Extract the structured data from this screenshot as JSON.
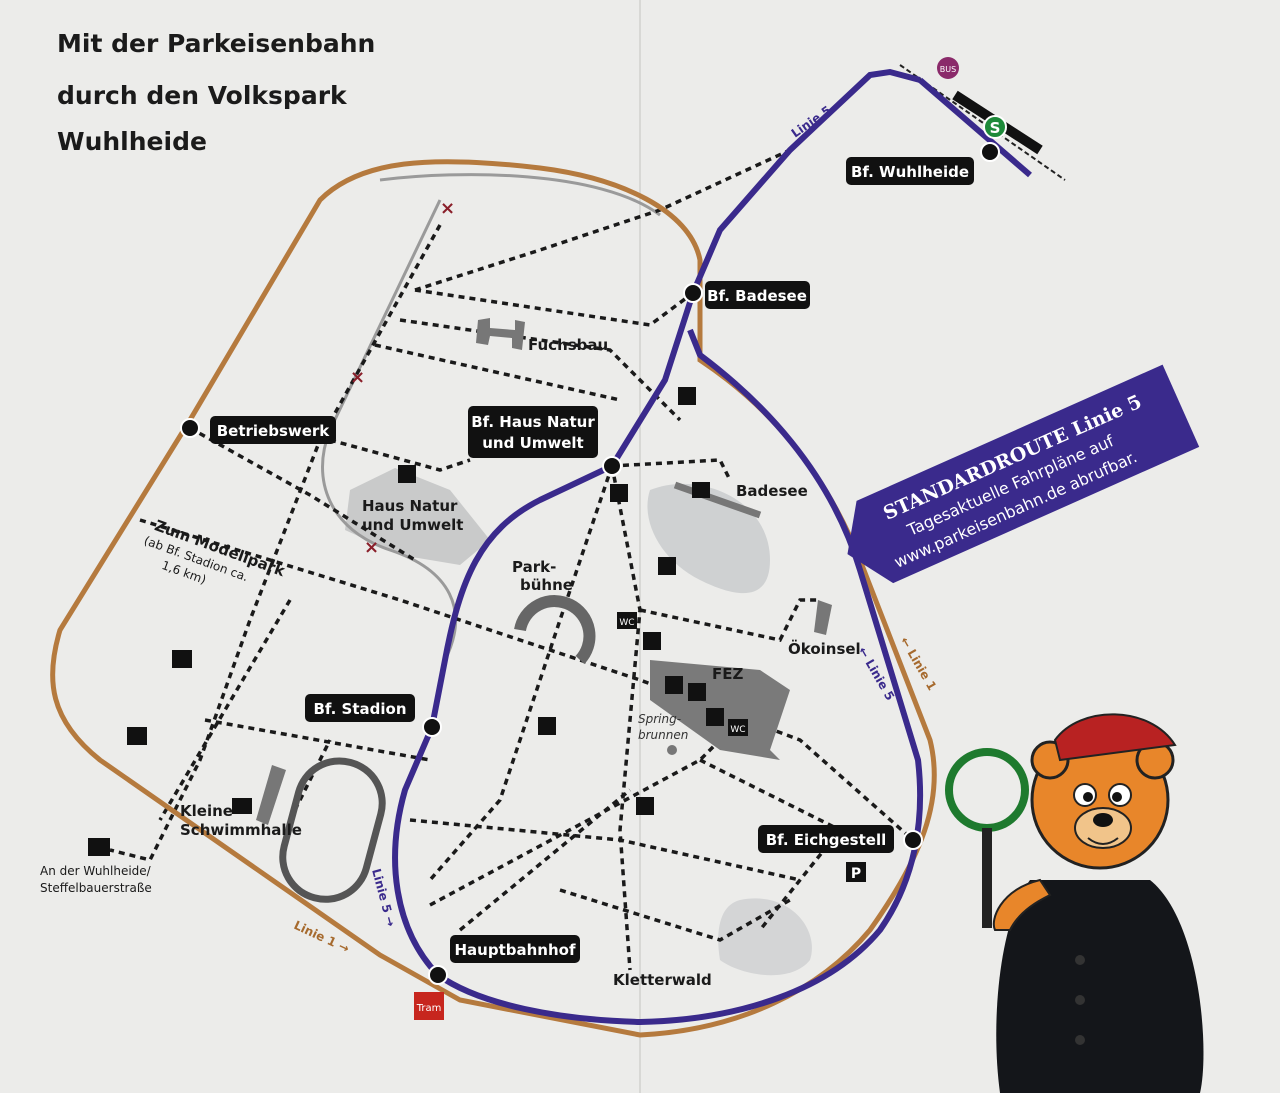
{
  "title": [
    "Mit der Parkeisenbahn",
    "durch den Volkspark",
    "Wuhlheide"
  ],
  "colors": {
    "linie5": "#3a2a8c",
    "linie1": "#b57a3e",
    "paper": "#ececea",
    "building": "#7a7a7a",
    "lake": "#cfd1d2"
  },
  "stations": {
    "wuhlheide": "Bf. Wuhlheide",
    "badesee": "Bf. Badesee",
    "haus_natur": [
      "Bf. Haus Natur",
      "und Umwelt"
    ],
    "betriebswerk": "Betriebswerk",
    "stadion": "Bf. Stadion",
    "hauptbahnhof": "Hauptbahnhof",
    "eichgestell": "Bf. Eichgestell"
  },
  "places": {
    "fuchsbau": "Fuchsbau",
    "badesee": "Badesee",
    "haus_natur": [
      "Haus Natur",
      "und Umwelt"
    ],
    "parkbuehne": [
      "Park-",
      "bühne"
    ],
    "fez": "FEZ",
    "oekoinsel": "Ökoinsel",
    "springbrunnen": [
      "Spring-",
      "brunnen"
    ],
    "schwimmhalle": [
      "Kleine",
      "Schwimmhalle"
    ],
    "bushalt": [
      "An der Wuhlheide/",
      "Steffelbauerstraße"
    ],
    "kletterwald": "Kletterwald",
    "modellpark": [
      "Zum Modellpark",
      "(ab Bf. Stadion ca.",
      "1,6 km)"
    ]
  },
  "lines": {
    "linie5": "Linie 5",
    "linie5_arrow": "← Linie 5",
    "linie5_bottom": "Linie 5 →",
    "linie1_right": "← Linie 1",
    "linie1_bottom": "Linie 1 →"
  },
  "badges": {
    "bus": "BUS",
    "sbahn": "S",
    "tram": "Tram",
    "parking": "P",
    "wc": "WC"
  },
  "banner": {
    "heading": "STANDARDROUTE Linie 5",
    "line1": "Tagesaktuelle Fahrpläne auf",
    "line2": "www.parkeisenbahn.de abrufbar."
  }
}
